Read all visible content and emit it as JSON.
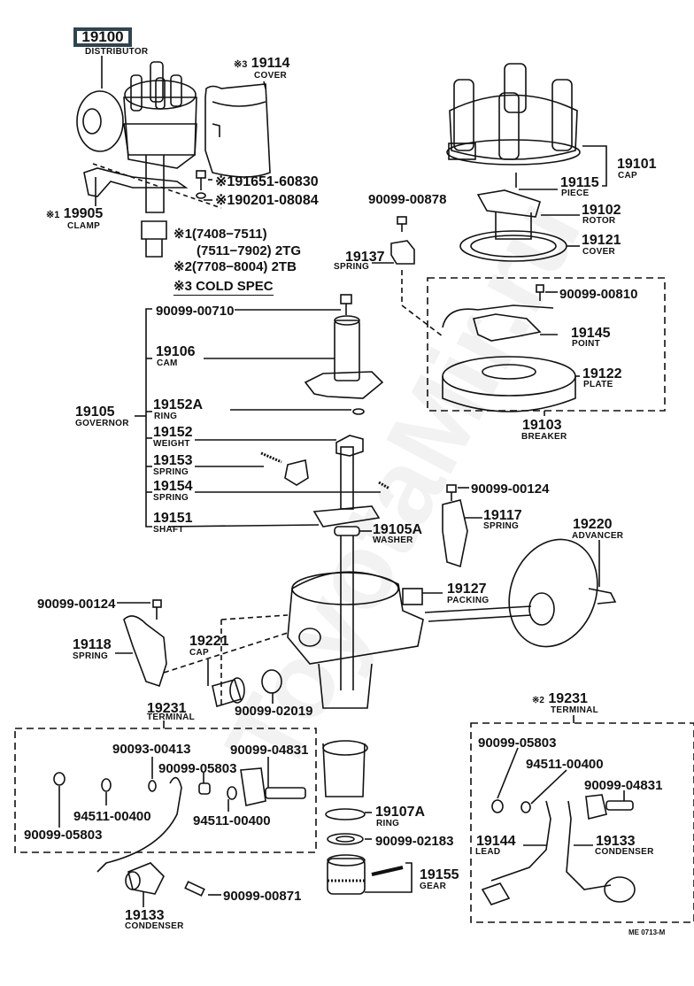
{
  "header": {
    "part_number": "19100",
    "name": "DISTRIBUTOR"
  },
  "notes": {
    "n1_marker": "※1",
    "n1_line1": "(7408−7511)",
    "n1_line2": "(7511−7902) 2TG",
    "n2_marker": "※2",
    "n2_line": "(7708−8004) 2TB",
    "n3_marker": "※3",
    "n3_line": "COLD SPEC"
  },
  "callouts": {
    "cover_19114": {
      "prefix": "※3",
      "number": "19114",
      "name": "COVER"
    },
    "bolt_91651": {
      "prefix": "※1",
      "number": "91651-60830"
    },
    "washer_90201": {
      "prefix": "※1",
      "number": "90201-08084"
    },
    "clamp_19905": {
      "prefix": "※1",
      "number": "19905",
      "name": "CLAMP"
    },
    "cap_19101": {
      "number": "19101",
      "name": "CAP"
    },
    "piece_19115": {
      "number": "19115",
      "name": "PIECE"
    },
    "screw_00878": {
      "number": "90099-00878"
    },
    "rotor_19102": {
      "number": "19102",
      "name": "ROTOR"
    },
    "cover_19121": {
      "number": "19121",
      "name": "COVER"
    },
    "spring_19137": {
      "number": "19137",
      "name": "SPRING"
    },
    "screw_00810": {
      "number": "90099-00810"
    },
    "point_19145": {
      "number": "19145",
      "name": "POINT"
    },
    "plate_19122": {
      "number": "19122",
      "name": "PLATE"
    },
    "breaker_19103": {
      "number": "19103",
      "name": "BREAKER"
    },
    "screw_00710": {
      "number": "90099-00710"
    },
    "cam_19106": {
      "number": "19106",
      "name": "CAM"
    },
    "governor_19105": {
      "number": "19105",
      "name": "GOVERNOR"
    },
    "ring_19152A": {
      "number": "19152A",
      "name": "RING"
    },
    "weight_19152": {
      "number": "19152",
      "name": "WEIGHT"
    },
    "spring_19153": {
      "number": "19153",
      "name": "SPRING"
    },
    "spring_19154": {
      "number": "19154",
      "name": "SPRING"
    },
    "shaft_19151": {
      "number": "19151",
      "name": "SHAFT"
    },
    "washer_19105A": {
      "number": "19105A",
      "name": "WASHER"
    },
    "screw_00124_r": {
      "number": "90099-00124"
    },
    "spring_19117": {
      "number": "19117",
      "name": "SPRING"
    },
    "advancer_19220": {
      "number": "19220",
      "name": "ADVANCER"
    },
    "packing_19127": {
      "number": "19127",
      "name": "PACKING"
    },
    "screw_00124_l": {
      "number": "90099-00124"
    },
    "spring_19118": {
      "number": "19118",
      "name": "SPRING"
    },
    "cap_19221": {
      "number": "19221",
      "name": "CAP"
    },
    "seal_02019": {
      "number": "90099-02019"
    },
    "terminal_19231_l": {
      "number": "19231",
      "name": "TERMINAL"
    },
    "ring_19107A": {
      "number": "19107A",
      "name": "RING"
    },
    "washer_02183": {
      "number": "90099-02183"
    },
    "gear_19155": {
      "number": "19155",
      "name": "GEAR"
    },
    "screw_00871": {
      "number": "90099-00871"
    },
    "condenser_19133_l": {
      "number": "19133",
      "name": "CONDENSER"
    },
    "terminal_19231_r": {
      "prefix": "※2",
      "number": "19231",
      "name": "TERMINAL"
    },
    "lead_19144": {
      "number": "19144",
      "name": "LEAD"
    },
    "condenser_19133_r": {
      "number": "19133",
      "name": "CONDENSER"
    }
  },
  "left_terminal_kit": {
    "l1": "90093-00413",
    "l2": "90099-05803",
    "l3": "90099-04831",
    "l4": "94511-00400",
    "l5": "94511-00400",
    "l6": "90099-05803"
  },
  "right_terminal_kit": {
    "r1": "90099-05803",
    "r2": "94511-00400",
    "r3": "90099-04831"
  },
  "footer_code": "ME 0713-M",
  "watermark": "ToyotaMir.ru",
  "colors": {
    "header_border": "#2e4550",
    "ink": "#111111"
  }
}
